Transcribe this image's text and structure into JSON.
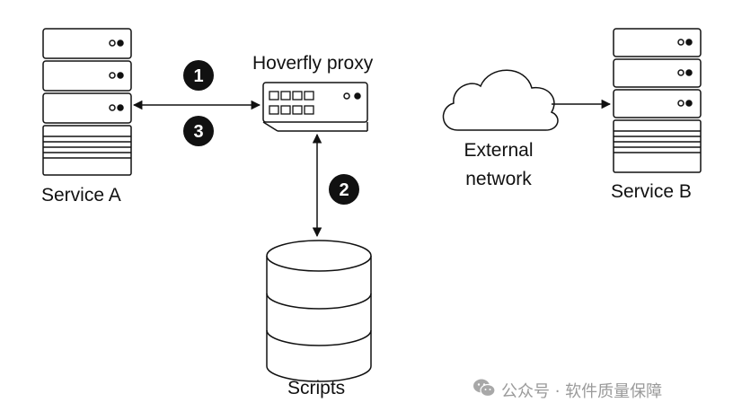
{
  "nodes": {
    "service_a": "Service A",
    "hoverfly_proxy": "Hoverfly proxy",
    "external_network_line1": "External",
    "external_network_line2": "network",
    "service_b": "Service B",
    "scripts": "Scripts"
  },
  "steps": [
    "1",
    "2",
    "3"
  ],
  "watermark": {
    "icon": "wechat-icon",
    "text": "公众号 · 软件质量保障"
  },
  "colors": {
    "stroke": "#111111",
    "fill": "#ffffff",
    "badge": "#111111",
    "watermark": "#9a9a9a"
  }
}
